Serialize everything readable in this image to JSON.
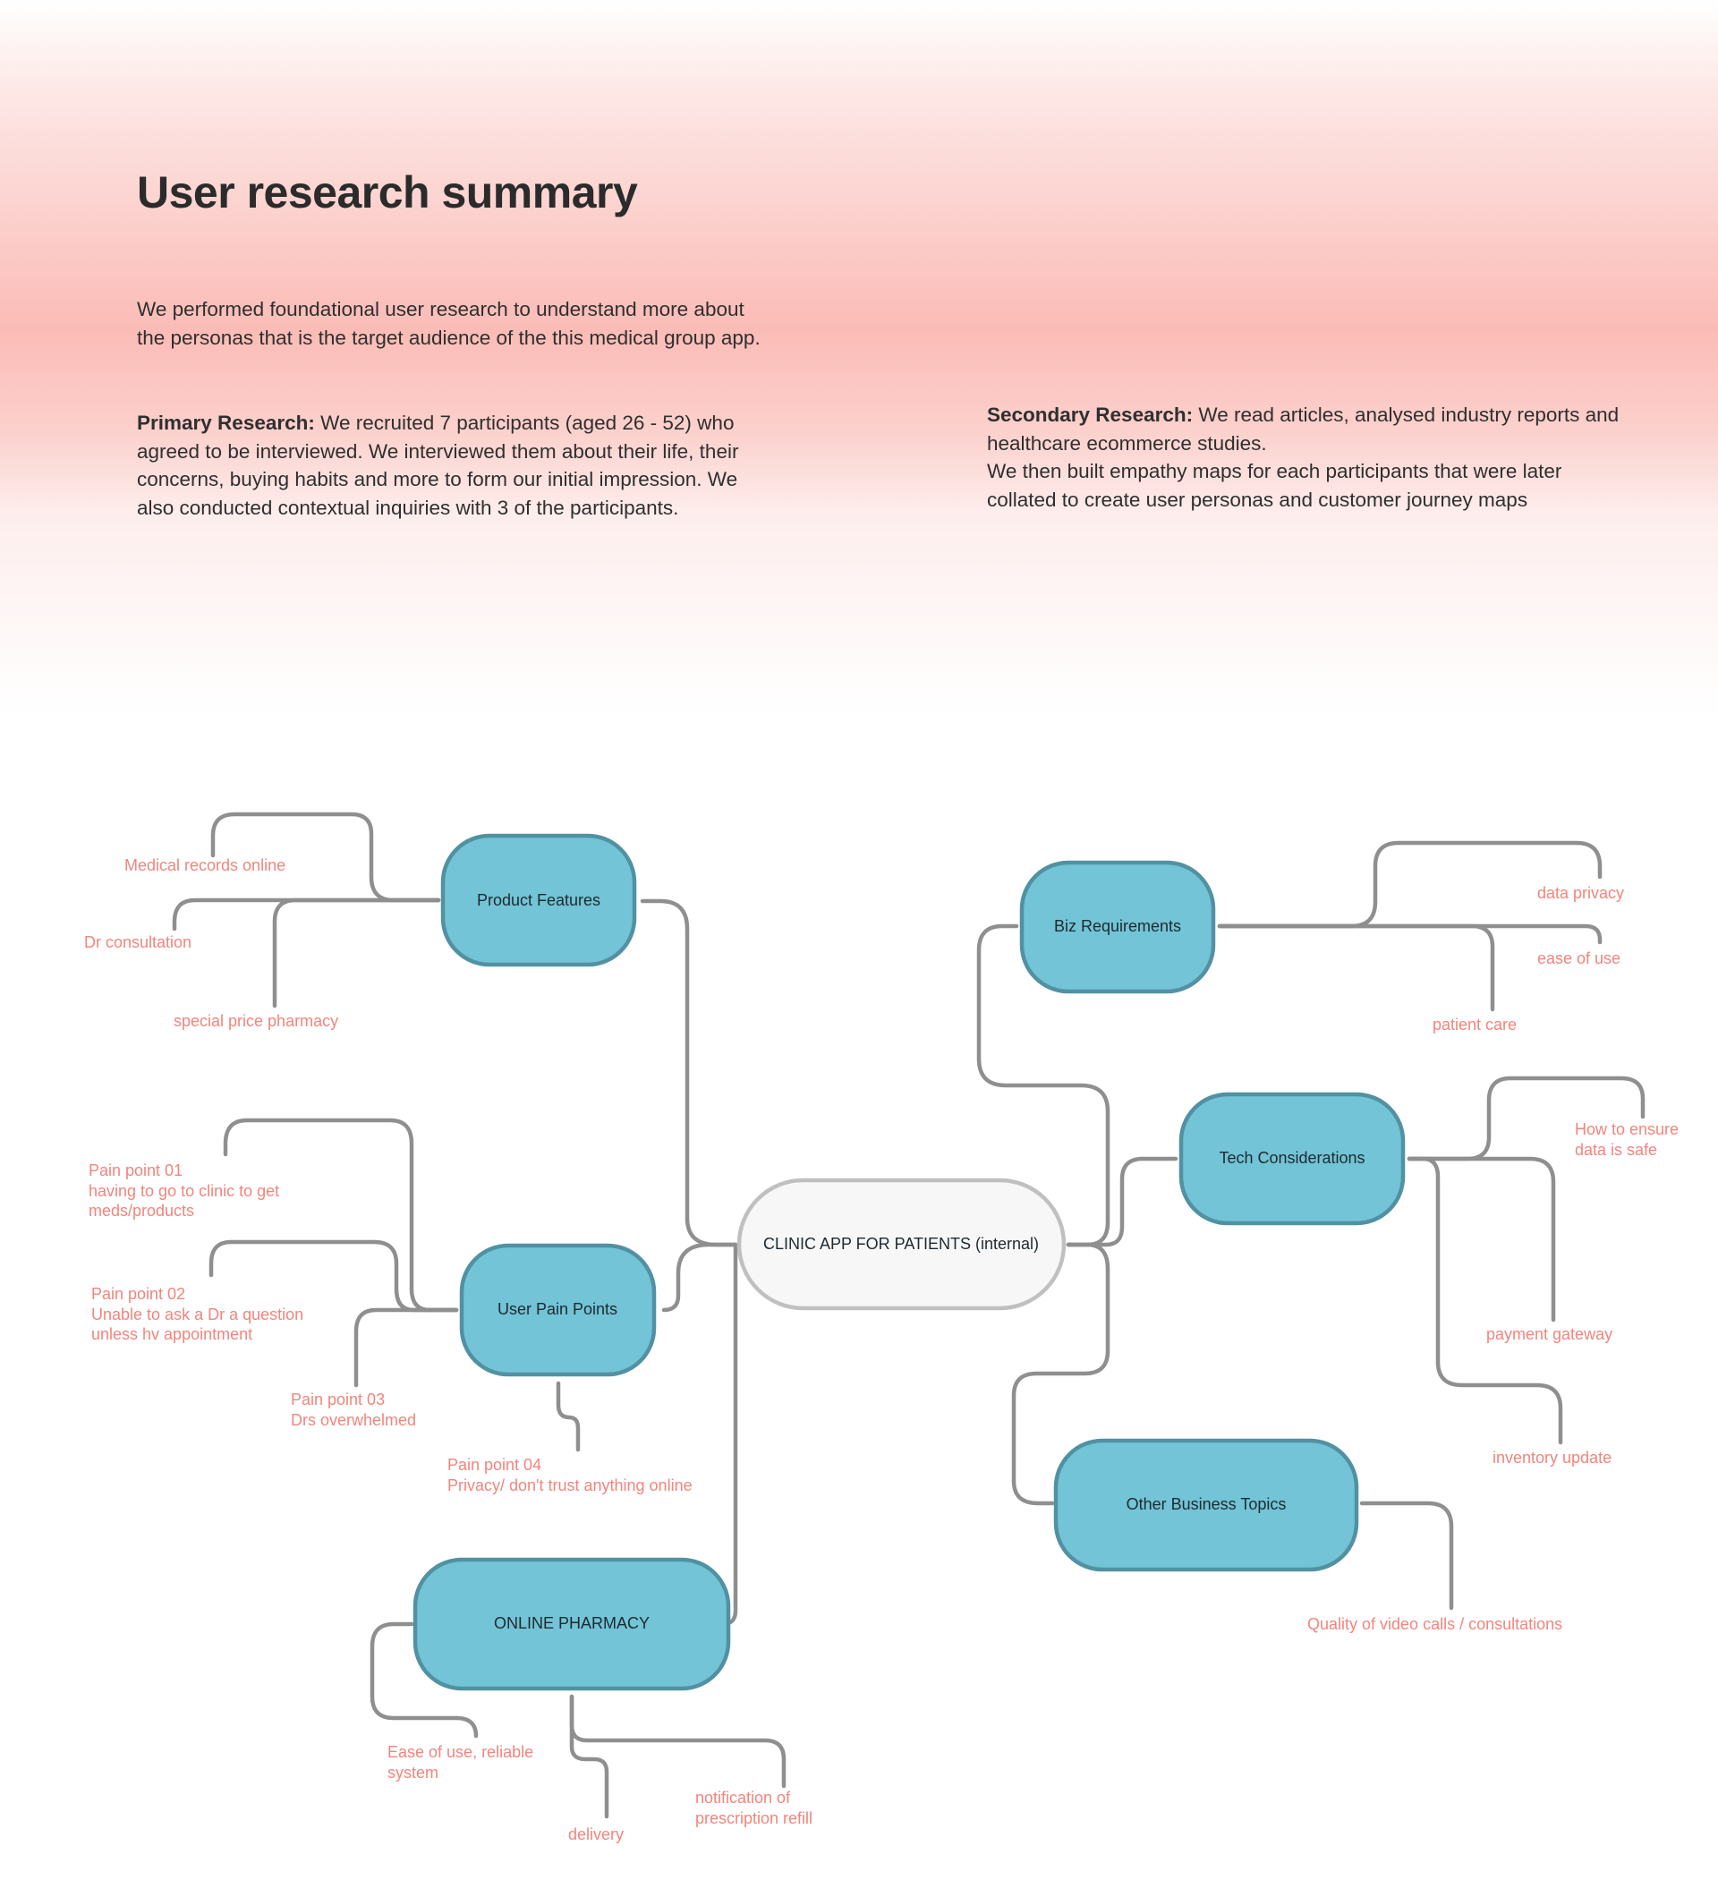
{
  "header": {
    "title": "User research summary",
    "intro": "We performed foundational user research to understand more about the personas that is the target audience of the this medical group app.",
    "primary_label": "Primary Research:",
    "primary_text": " We recruited 7 participants (aged 26 -  52) who agreed to be interviewed. We interviewed them about their life, their concerns, buying habits and more to form our initial impression. We also conducted contextual inquiries with 3 of the participants.",
    "secondary_label": "Secondary Research:",
    "secondary_text": " We read articles, analysed industry reports and healthcare ecommerce studies.",
    "secondary_text_2": "We then built empathy maps for each participants that were later collated to create user personas and customer journey maps"
  },
  "mindmap": {
    "center": "CLINIC APP FOR PATIENTS (internal)",
    "nodes": {
      "product_features": "Product Features",
      "user_pain_points": "User Pain Points",
      "online_pharmacy": "ONLINE PHARMACY",
      "biz_requirements": "Biz Requirements",
      "tech_considerations": "Tech Considerations",
      "other_business_topics": "Other Business Topics"
    },
    "leaves": {
      "medical_records": "Medical records online",
      "dr_consultation": "Dr consultation",
      "special_price_pharmacy": "special price pharmacy",
      "pain1_title": "Pain point 01",
      "pain1_line1": "having to go to clinic to get",
      "pain1_line2": "meds/products",
      "pain2_title": "Pain point 02",
      "pain2_line1": "Unable to ask a Dr a question",
      "pain2_line2": "unless hv appointment",
      "pain3_title": "Pain point 03",
      "pain3_line1": "Drs overwhelmed",
      "pain4_title": "Pain point 04",
      "pain4_line1": "Privacy/ don't trust anything online",
      "ease_reliable_1": "Ease of use, reliable",
      "ease_reliable_2": "system",
      "delivery": "delivery",
      "refill_1": "notification of",
      "refill_2": "prescription refill",
      "data_privacy": "data privacy",
      "ease_of_use": "ease of use",
      "patient_care": "patient care",
      "ensure_safe_1": "How to ensure",
      "ensure_safe_2": "data is safe",
      "payment_gateway": "payment gateway",
      "inventory_update": "inventory update",
      "video_quality": "Quality of video calls / consultations"
    },
    "colors": {
      "node_fill": "#72c4d6",
      "node_border": "#5191a2",
      "center_fill": "#f7f7f7",
      "center_border": "#c0c0c0",
      "connector": "#8f8f8f",
      "leaf_text": "#f2857c"
    }
  }
}
